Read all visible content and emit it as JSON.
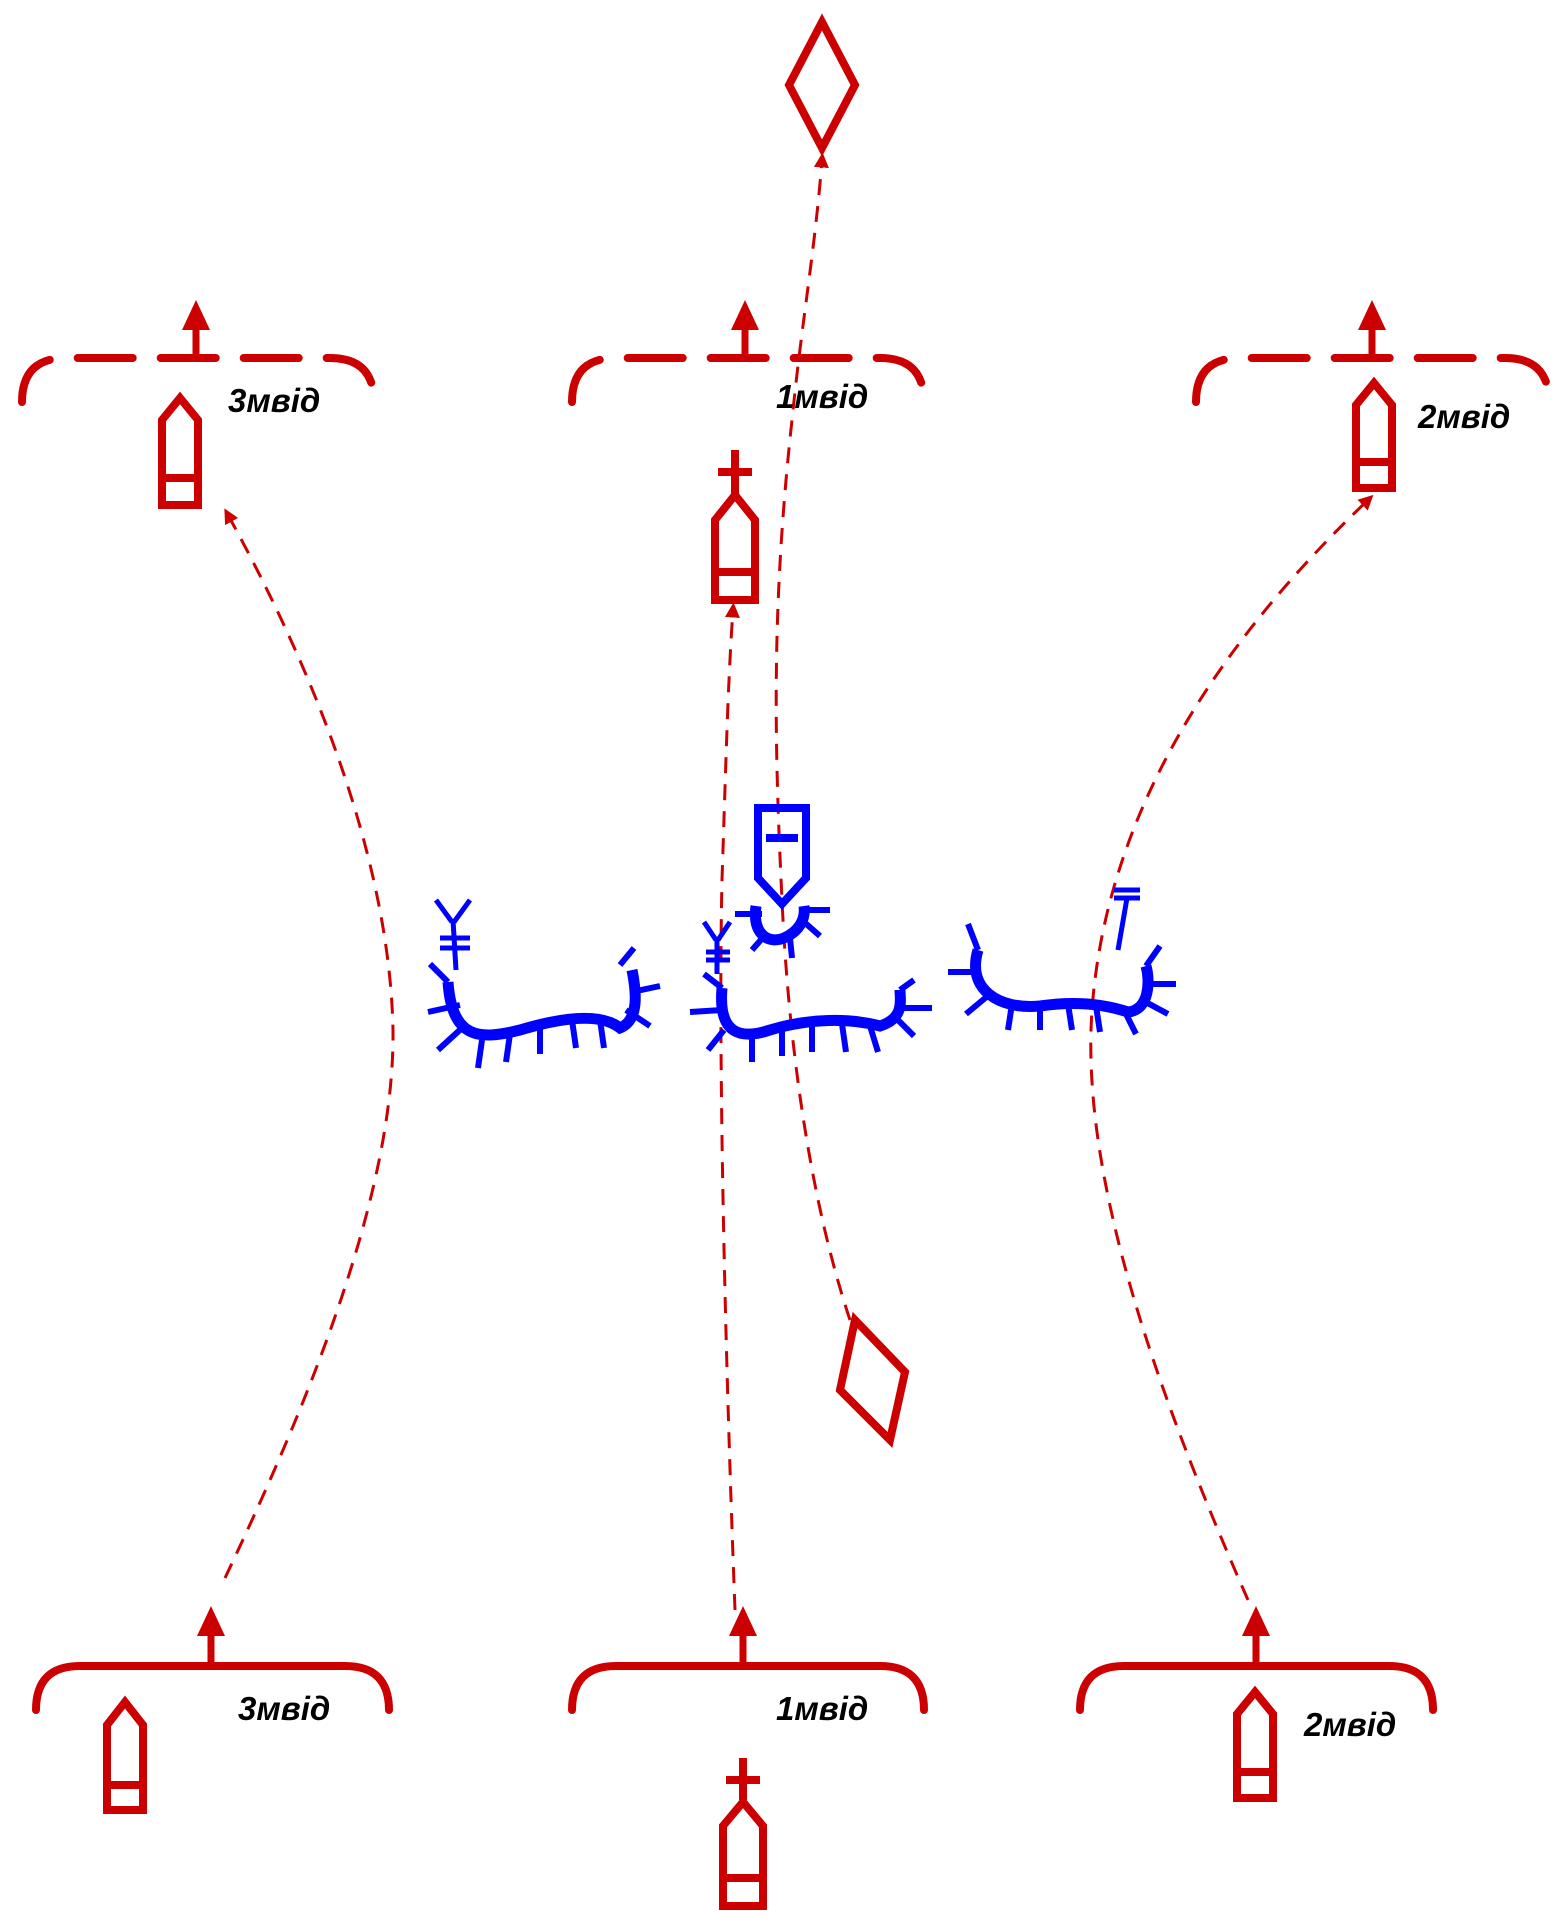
{
  "colors": {
    "friendly": "#cc0000",
    "enemy": "#0000ff",
    "label": "#000000"
  },
  "units": {
    "final_left": {
      "label": "3мвід"
    },
    "final_center": {
      "label": "1мвід"
    },
    "final_right": {
      "label": "2мвід"
    },
    "start_left": {
      "label": "3мвід"
    },
    "start_center": {
      "label": "1мвід"
    },
    "start_right": {
      "label": "2мвід"
    }
  },
  "icons": {
    "friendly_unit": "vehicle-icon",
    "friendly_commander": "commander-vehicle-icon",
    "recon": "diamond-recon-icon",
    "enemy_position": "trench-position-icon",
    "enemy_vehicle": "enemy-vehicle-icon",
    "enemy_weapon": "weapon-marker-icon",
    "advance": "arrow-up-icon"
  }
}
